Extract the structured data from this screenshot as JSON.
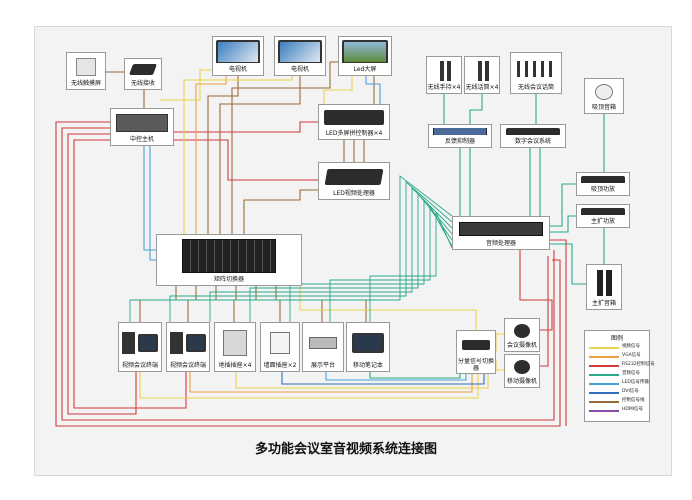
{
  "diagram": {
    "title": "多功能会议室音视频系统连接图",
    "nodes": {
      "wireless_touchscreen": "无线触摸屏",
      "wireless_receiver": "无线接收",
      "central_control": "中控主机",
      "tv_left": "电视机",
      "tv_right": "电视机",
      "led_screen": "Led大屏",
      "led_multi_controller": "LED多屏拼控制器×4",
      "led_video_processor": "LED视频处理器",
      "matrix_switcher": "矩阵切换器",
      "video_conf_terminal": "视频会议终端",
      "pc_conf_terminal": "视频会议终端",
      "floor_socket": "地插插座×4",
      "wall_panel": "墙面插座×2",
      "document_camera": "展示平台",
      "laptop": "移动笔记本",
      "signal_switcher": "分量信号切换器",
      "camera_ptz": "会议摄像机",
      "camera_hd": "移动摄像机",
      "wireless_mic_1": "无线手持×4",
      "wireless_mic_2": "无线话筒×4",
      "conference_mic": "无线会议话筒",
      "feedback_suppressor": "反馈抑制器",
      "echo_canceller": "数字会议系统",
      "audio_processor": "音频处理器",
      "ceiling_speaker": "吸顶音箱",
      "power_amp_1": "吸顶功放",
      "power_amp_2": "主扩功放",
      "main_speaker": "主扩音箱"
    },
    "legend": {
      "title": "图例",
      "items": [
        {
          "label": "视频信号",
          "color": "#e8d34a"
        },
        {
          "label": "VGA信号",
          "color": "#e8a040"
        },
        {
          "label": "RS232控制信号",
          "color": "#d23a3a"
        },
        {
          "label": "音频信号",
          "color": "#2aa88a"
        },
        {
          "label": "LED信号传输",
          "color": "#4aa0d8"
        },
        {
          "label": "DVI信号",
          "color": "#2f6fb8"
        },
        {
          "label": "控制信号线",
          "color": "#9a6a3a"
        },
        {
          "label": "HDMI信号",
          "color": "#8a4aa8"
        }
      ]
    },
    "colors": {
      "control": "#d23a3a",
      "audio": "#2aa88a",
      "video": "#e8d34a",
      "vga": "#e8a040",
      "led": "#4aa0d8",
      "structure": "#9a6a3a",
      "dvi": "#2f6fb8"
    }
  }
}
